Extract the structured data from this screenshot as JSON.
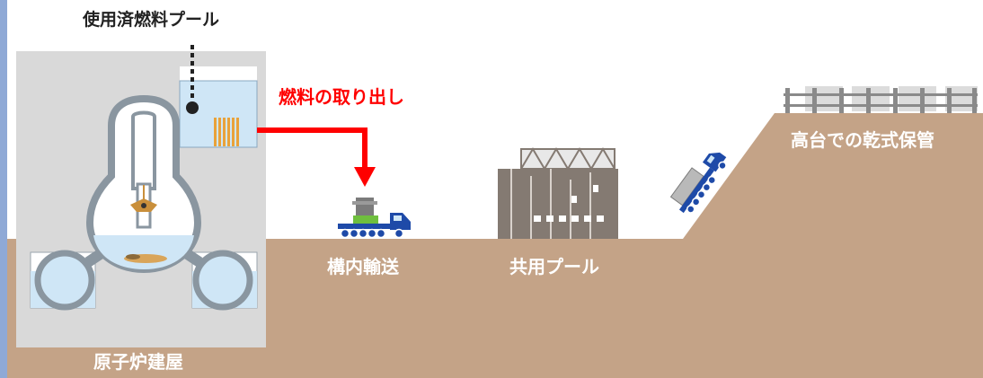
{
  "labels": {
    "spent_fuel_pool": "使用済燃料プール",
    "fuel_removal": "燃料の取り出し",
    "onsite_transport": "構内輸送",
    "common_pool": "共用プール",
    "dry_storage": "高台での乾式保管",
    "reactor_building": "原子炉建屋"
  },
  "colors": {
    "ground": "#c4a387",
    "building": "#d9d9d9",
    "water": "#cfe6f6",
    "water_stroke": "#8aa8c0",
    "accent_red": "#ff0000",
    "fuel_orange": "#e9a23a",
    "truck_blue": "#1e4aa8",
    "pool_building": "#847a72",
    "left_bar": "#8fa9d6"
  },
  "icons": [
    "reactor-vessel-icon",
    "fuel-rods-icon",
    "truck-icon",
    "cask-icon",
    "fence-icon"
  ]
}
